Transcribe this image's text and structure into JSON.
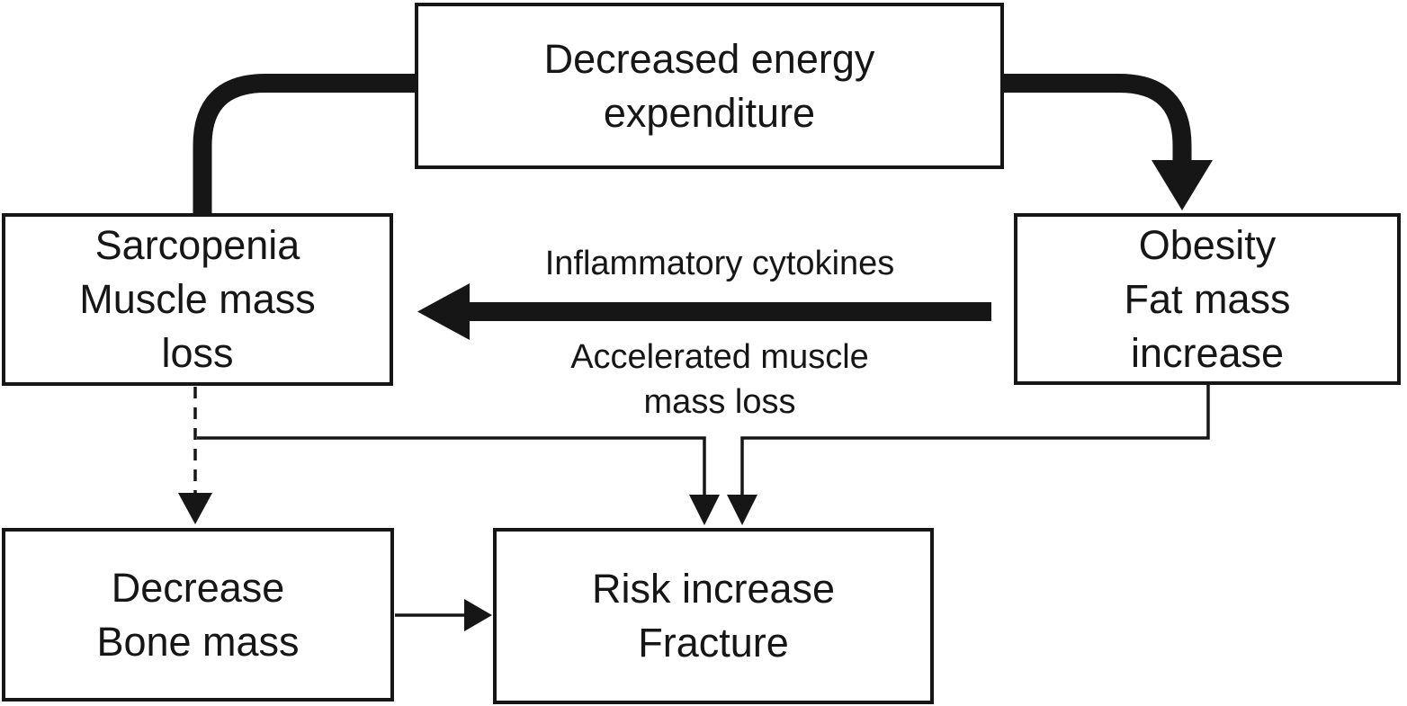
{
  "diagram": {
    "boxes": {
      "energy": {
        "lines": [
          "Decreased energy",
          "expenditure"
        ]
      },
      "sarcopenia": {
        "lines": [
          "Sarcopenia",
          "Muscle mass",
          "loss"
        ]
      },
      "obesity": {
        "lines": [
          "Obesity",
          "Fat mass",
          "increase"
        ]
      },
      "bone": {
        "lines": [
          "Decrease",
          "Bone mass"
        ]
      },
      "fracture": {
        "lines": [
          "Risk increase",
          "Fracture"
        ]
      }
    },
    "edge_labels": {
      "cytokines": "Inflammatory cytokines",
      "accelerated": {
        "lines": [
          "Accelerated muscle",
          "mass loss"
        ]
      }
    },
    "colors": {
      "ink": "#161616",
      "background": "#ffffff"
    }
  }
}
